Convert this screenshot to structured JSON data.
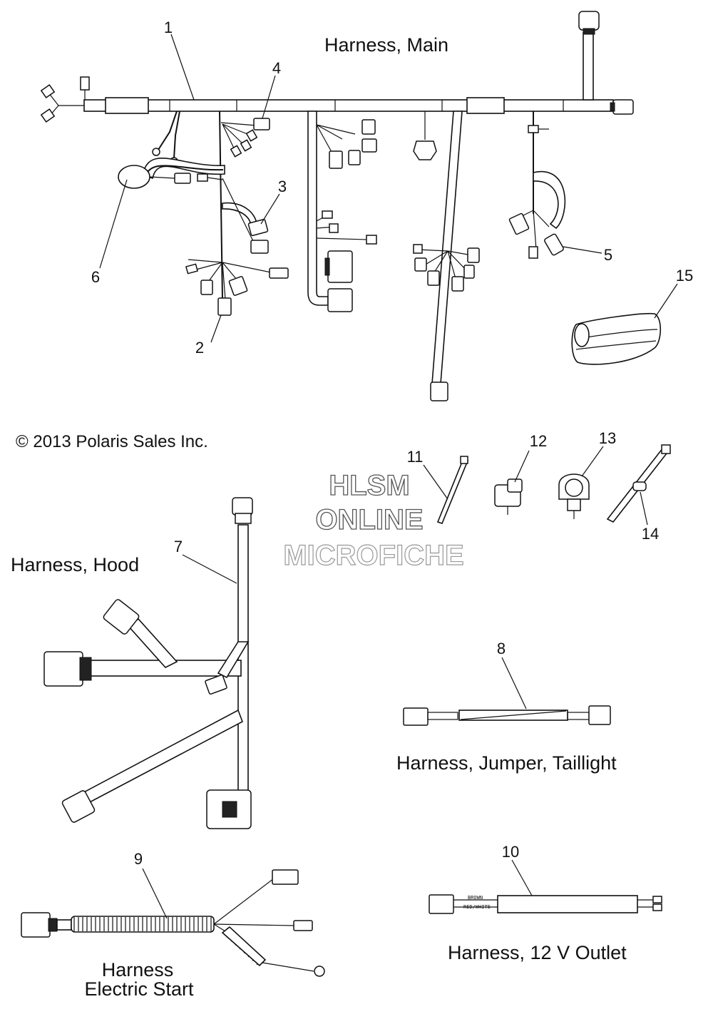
{
  "copyright": "© 2013 Polaris Sales Inc.",
  "watermark": [
    "HLSM",
    "ONLINE",
    "MICROFICHE"
  ],
  "assemblies": {
    "main": "Harness, Main",
    "hood": "Harness, Hood",
    "jumper": "Harness, Jumper, Taillight",
    "outlet": "Harness, 12 V Outlet",
    "start_line1": "Harness",
    "start_line2": "Electric Start"
  },
  "wire_labels": {
    "brown": "BROWN",
    "red_white": "RED/WHITE"
  },
  "callouts": [
    "1",
    "2",
    "3",
    "4",
    "5",
    "6",
    "7",
    "8",
    "9",
    "10",
    "11",
    "12",
    "13",
    "14",
    "15"
  ],
  "colors": {
    "ink": "#111111",
    "paper": "#ffffff",
    "watermark_stroke": "#555555"
  }
}
